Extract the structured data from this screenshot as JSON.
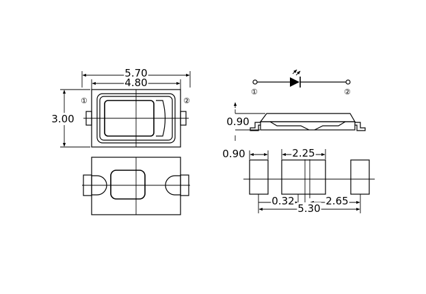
{
  "dimensions": {
    "overall_length": "5.70",
    "body_length": "4.80",
    "height": "3.00",
    "side_thickness": "0.90",
    "pad_width": "0.90",
    "pad_span": "2.25",
    "gap": "0.32",
    "pad_offset": "2.65",
    "total_span": "5.30"
  },
  "pins": {
    "pin1": "①",
    "pin2": "②"
  },
  "icons": {
    "led": "led-diode-symbol-icon"
  }
}
